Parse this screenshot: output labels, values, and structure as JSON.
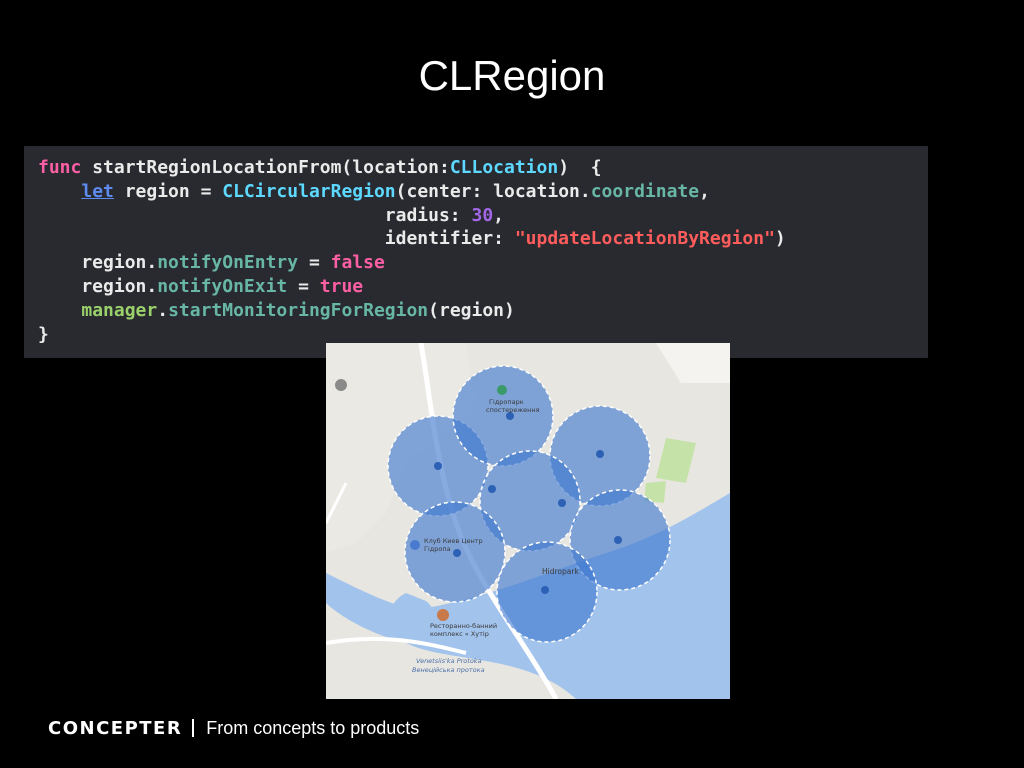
{
  "slide": {
    "title": "CLRegion"
  },
  "code": {
    "lines": [
      [
        [
          "kw",
          "func "
        ],
        [
          "pl",
          "startRegionLocationFrom(location:"
        ],
        [
          "ty",
          "CLLocation"
        ],
        [
          "pl",
          ")  {"
        ]
      ],
      [
        [
          "pl",
          "    "
        ],
        [
          "kw2",
          "let"
        ],
        [
          "pl",
          " region = "
        ],
        [
          "ty",
          "CLCircularRegion"
        ],
        [
          "pl",
          "(center: location."
        ],
        [
          "pr",
          "coordinate"
        ],
        [
          "pl",
          ","
        ]
      ],
      [
        [
          "pl",
          "                                radius: "
        ],
        [
          "num",
          "30"
        ],
        [
          "pl",
          ","
        ]
      ],
      [
        [
          "pl",
          "                                identifier: "
        ],
        [
          "str",
          "\"updateLocationByRegion\""
        ],
        [
          "pl",
          ")"
        ]
      ],
      [
        [
          "pl",
          "    region."
        ],
        [
          "pr",
          "notifyOnEntry"
        ],
        [
          "pl",
          " = "
        ],
        [
          "kw",
          "false"
        ]
      ],
      [
        [
          "pl",
          "    region."
        ],
        [
          "pr",
          "notifyOnExit"
        ],
        [
          "pl",
          " = "
        ],
        [
          "kw",
          "true"
        ]
      ],
      [
        [
          "pl",
          "    "
        ],
        [
          "mgr",
          "manager"
        ],
        [
          "pl",
          "."
        ],
        [
          "fn",
          "startMonitoringForRegion"
        ],
        [
          "pl",
          "(region)"
        ]
      ],
      [
        [
          "pl",
          "}"
        ]
      ]
    ]
  },
  "map": {
    "labels": {
      "poi1_line1": "Гідропарк",
      "poi1_line2": "спостереження",
      "poi2_line1": "Клуб Киев Центр",
      "poi2_line2": "Гідропа",
      "hidropark": "Hidropark",
      "restaurant_line1": "Ресторанно-банний",
      "restaurant_line2": "комплекс « Хутір",
      "river_line1": "Venetsiis'ka Protoka",
      "river_line2": "Венеційська протока"
    },
    "colors": {
      "land": "#e8e6e1",
      "water": "#a2c3ec",
      "park": "#c5e3a9",
      "region_fill": "#3d78cf",
      "road": "#ffffff"
    }
  },
  "footer": {
    "brand": "CONCEPTER",
    "tagline": "From concepts to products"
  }
}
